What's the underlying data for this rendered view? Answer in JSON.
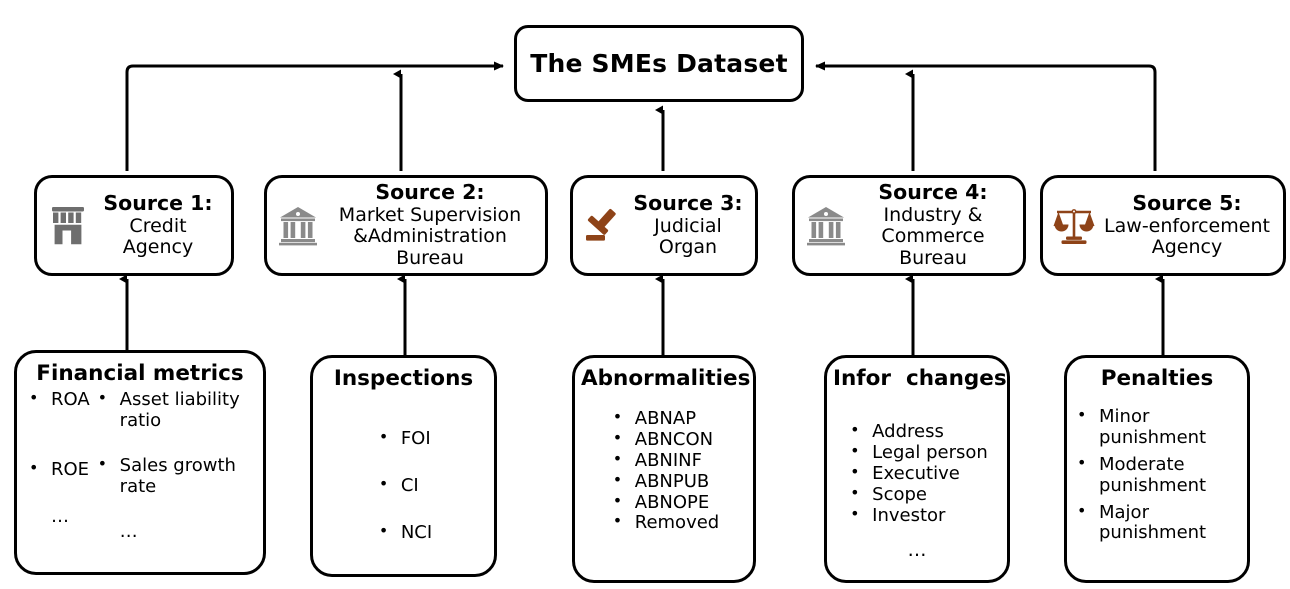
{
  "diagram": {
    "title": "The SMEs Dataset",
    "colors": {
      "gray_icon": "#6e6e6e",
      "brown_icon": "#8e4318",
      "stroke": "#000000",
      "background": "#ffffff"
    }
  },
  "dataset": {
    "label": "The SMEs Dataset"
  },
  "sources": [
    {
      "id": "source-1",
      "label": "Source 1:",
      "name": "Credit Agency",
      "icon": "storefront-icon",
      "icon_color": "#6e6e6e"
    },
    {
      "id": "source-2",
      "label": "Source 2:",
      "name": "Market Supervision\n&Administration Bureau",
      "name_line1": "Market Supervision",
      "name_line2": "&Administration Bureau",
      "icon": "bank-building-icon",
      "icon_color": "#8a8a8a"
    },
    {
      "id": "source-3",
      "label": "Source 3:",
      "name_line1": "Judicial",
      "name_line2": "Organ",
      "icon": "gavel-icon",
      "icon_color": "#8e4318"
    },
    {
      "id": "source-4",
      "label": "Source 4:",
      "name_line1": "Industry &",
      "name_line2": "Commerce Bureau",
      "icon": "bank-building-icon",
      "icon_color": "#8a8a8a"
    },
    {
      "id": "source-5",
      "label": "Source 5:",
      "name_line1": "Law-enforcement",
      "name_line2": "Agency",
      "icon": "scales-of-justice-icon",
      "icon_color": "#8e4318"
    }
  ],
  "details": [
    {
      "id": "detail-financial-metrics",
      "title": "Financial metrics",
      "layout": "two-column",
      "column_left": [
        "ROA",
        "ROE",
        "…"
      ],
      "column_right": [
        "Asset liability ratio",
        "Sales growth rate",
        "…"
      ]
    },
    {
      "id": "detail-inspections",
      "title": "Inspections",
      "layout": "single-column",
      "items": [
        "FOI",
        "CI",
        "NCI"
      ]
    },
    {
      "id": "detail-abnormalities",
      "title": "Abnormalities",
      "layout": "single-column",
      "items": [
        "ABNAP",
        "ABNCON",
        "ABNINF",
        "ABNPUB",
        "ABNOPE",
        "Removed"
      ]
    },
    {
      "id": "detail-infor-changes",
      "title": "Infor  changes",
      "layout": "single-column",
      "items": [
        "Address",
        "Legal person",
        "Executive",
        "Scope",
        "Investor"
      ],
      "trailing": "…"
    },
    {
      "id": "detail-penalties",
      "title": "Penalties",
      "layout": "single-column",
      "items": [
        "Minor punishment",
        "Moderate punishment",
        "Major punishment"
      ]
    }
  ]
}
